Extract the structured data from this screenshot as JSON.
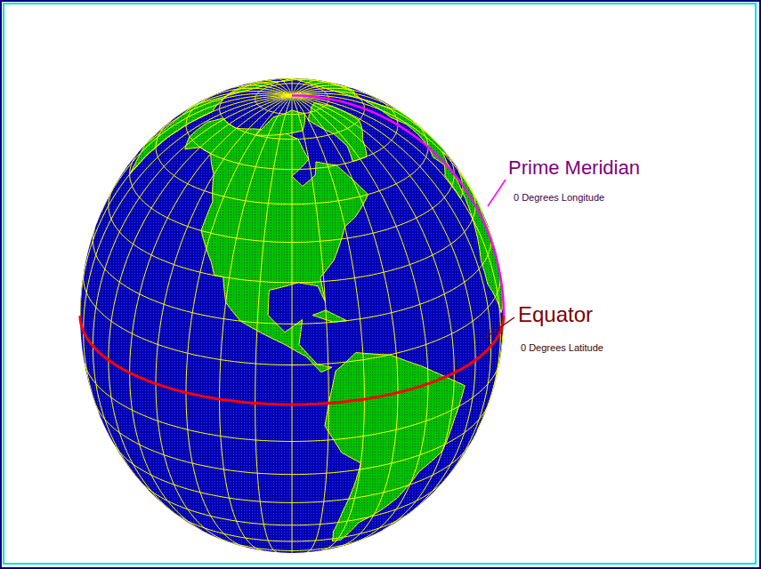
{
  "diagram": {
    "labels": [
      "Prime Meridian",
      "0 Degrees Longitude",
      "Equator",
      "0 Degrees Latitude"
    ]
  }
}
